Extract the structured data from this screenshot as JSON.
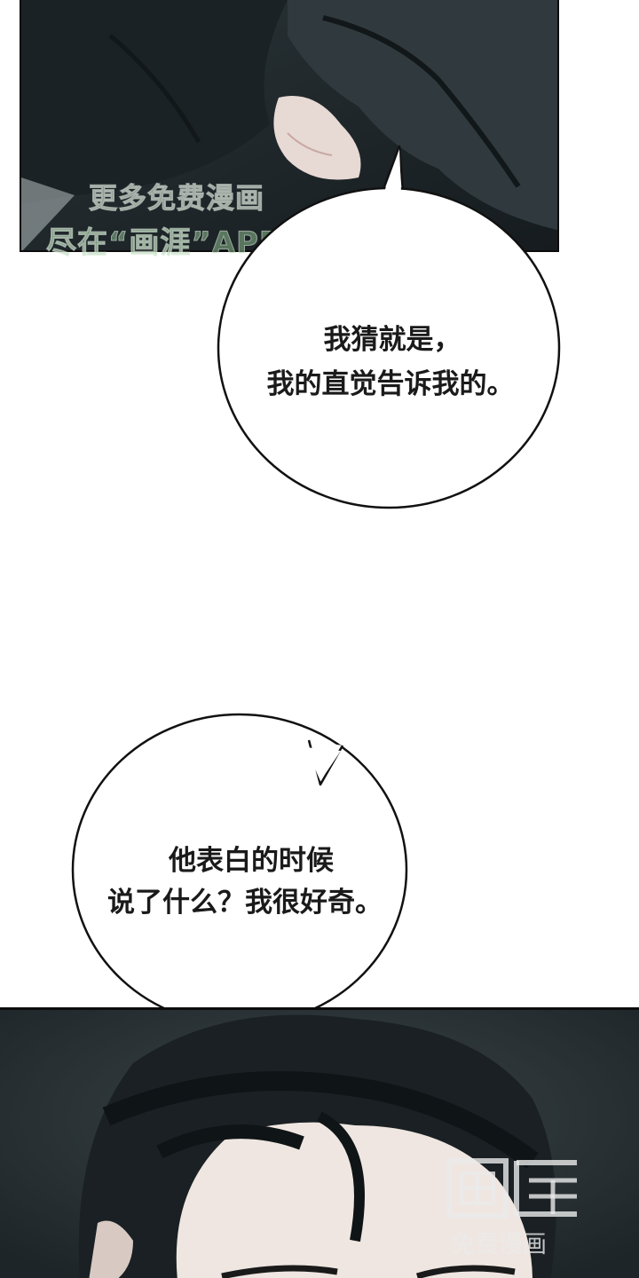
{
  "watermark_top": {
    "line1": "更多免费漫画",
    "line2": "尽在“画涯”APP"
  },
  "bubble_1": {
    "line1": "我猜就是，",
    "line2": "我的直觉告诉我的。"
  },
  "bubble_2": {
    "line1": "他表白的时候",
    "line2": "说了什么？我很好奇。"
  },
  "watermark_bottom": {
    "logo": "画涯",
    "subtitle": "免费漫画"
  }
}
